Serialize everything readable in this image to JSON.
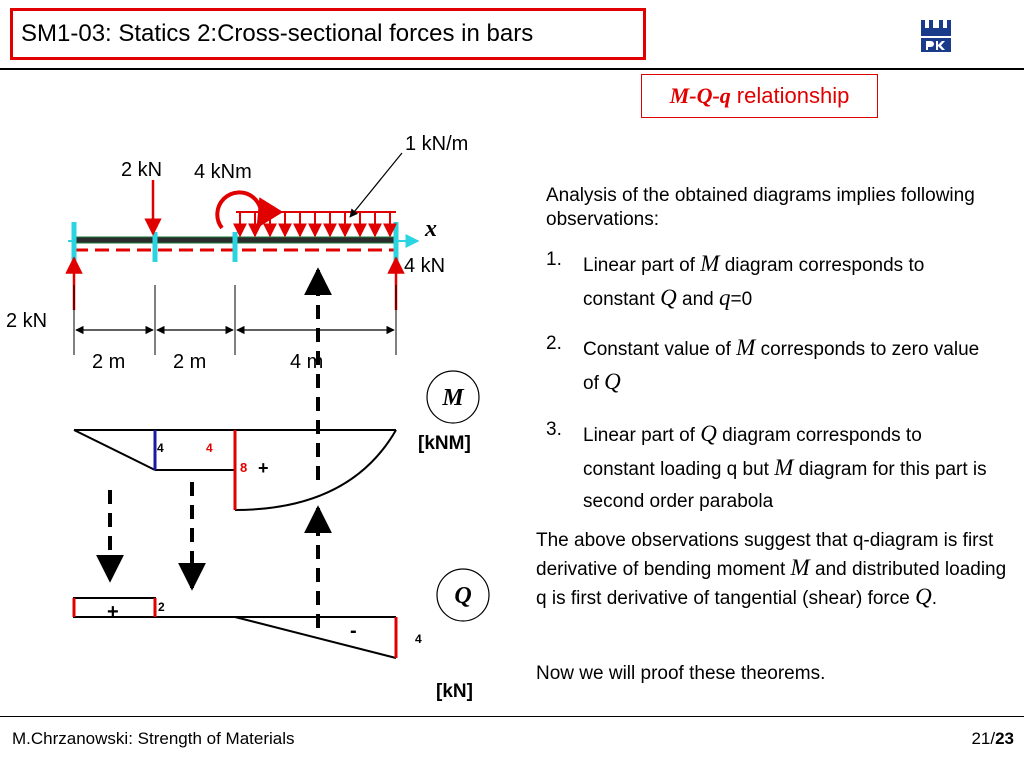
{
  "title": "SM1-03: Statics 2:Cross-sectional forces in bars",
  "relationship_box": {
    "symbols": "M-Q-q",
    "text": "relationship"
  },
  "diagram": {
    "loads": {
      "distributed": "1 kN/m",
      "point_force": "2 kN",
      "moment": "4 kNm",
      "axis": "x",
      "reaction_right": "4 kN",
      "reaction_left": "2 kN"
    },
    "spans": [
      "2 m",
      "2 m",
      "4 m"
    ],
    "moment_diagram": {
      "symbol": "M",
      "unit": "[kNM]",
      "values": [
        "4",
        "4",
        "8"
      ],
      "sign": "+"
    },
    "shear_diagram": {
      "symbol": "Q",
      "unit": "[kN]",
      "values": [
        "2",
        "4"
      ],
      "sign_pos": "+",
      "sign_neg": "-"
    }
  },
  "observations": {
    "intro": "Analysis of the obtained diagrams implies following observations:",
    "items": [
      {
        "num": "1.",
        "a": "Linear part of ",
        "b": "M",
        "c": " diagram corresponds to constant ",
        "d": "Q",
        "e": " and ",
        "f": "q",
        "g": "=0"
      },
      {
        "num": "2.",
        "a": "Constant value of ",
        "b": "M",
        "c": " corresponds to zero value of ",
        "d": "Q"
      },
      {
        "num": "3.",
        "a": "Linear part of ",
        "b": "Q",
        "c": " diagram corresponds to constant loading q but ",
        "d": "M",
        "e": " diagram for this part is second order parabola"
      }
    ]
  },
  "conclusion": {
    "a": "The above observations suggest that q-diagram is first derivative of bending moment ",
    "b": "M",
    "c": " and distributed loading q is first derivative of tangential (shear)  force ",
    "d": "Q",
    "e": "."
  },
  "proof": "Now we will proof these theorems.",
  "footer": {
    "author": "M.Chrzanowski: Strength of Materials",
    "page": "21/",
    "total": "23"
  },
  "colors": {
    "accent_red": "#e00000",
    "cyan": "#2ad4e0",
    "blue": "#1a1aa0"
  }
}
